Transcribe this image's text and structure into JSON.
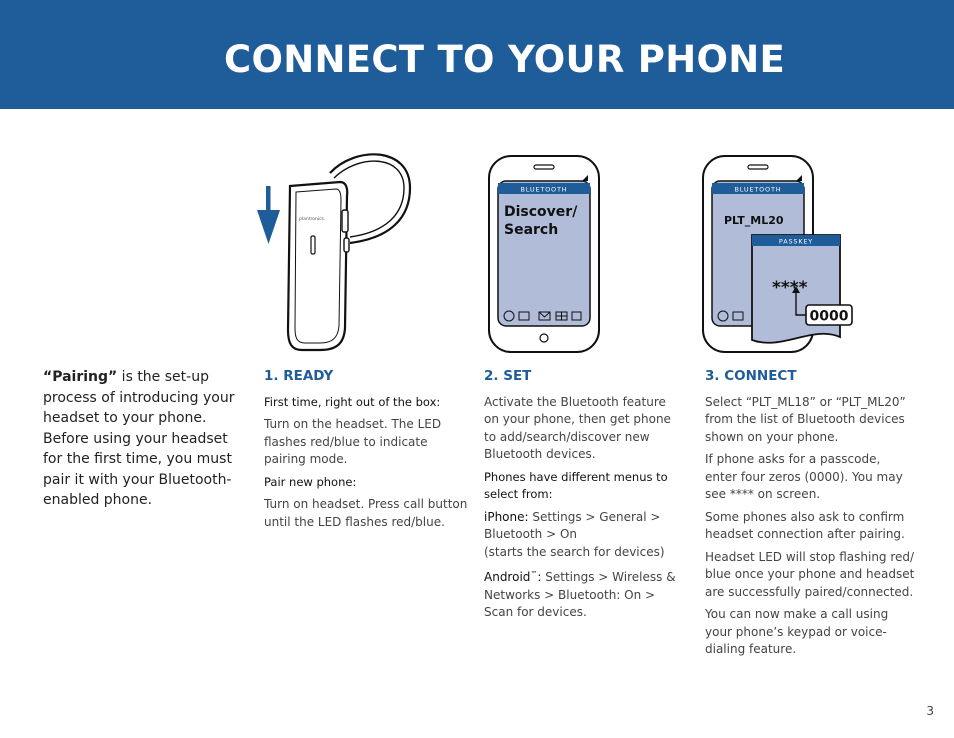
{
  "header": {
    "title": "CONNECT TO YOUR PHONE"
  },
  "intro": {
    "bold": "“Pairing”",
    "text": " is the set-up process of introducing your headset to your phone. Before using your headset for the first time, you must pair it with your Bluetooth-enabled phone."
  },
  "illustrations": {
    "headset_brand": "plantronics.",
    "phone1": {
      "bar": "BLUETOOTH",
      "screen": [
        "Discover/",
        "Search"
      ]
    },
    "phone2": {
      "bar": "BLUETOOTH",
      "device": "PLT_ML20",
      "passkey_bar": "PASSKEY",
      "masked": "****",
      "code": "0000"
    }
  },
  "ready": {
    "heading": "1. READY",
    "sub1": "First time, right out of the box:",
    "p1": "Turn on the headset. The LED flashes red/blue to indicate pairing mode.",
    "sub2": "Pair new phone:",
    "p2": "Turn on headset. Press call button until the LED flashes red/blue."
  },
  "set": {
    "heading": "2. SET",
    "p1": "Activate the Bluetooth feature on your phone, then get phone to add/search/discover new Bluetooth devices.",
    "sub1": "Phones have different menus to select from:",
    "iphone_label": "iPhone:",
    "iphone_text": " Settings > General > Bluetooth > On",
    "iphone_note": "(starts the search for devices)",
    "android_label": "Android",
    "android_tm": "™",
    "android_colon": ":",
    "android_text": " Settings > Wireless & Networks > Bluetooth: On > Scan for devices."
  },
  "connect": {
    "heading": "3. CONNECT",
    "p1": "Select “PLT_ML18” or “PLT_ML20” from the list of Bluetooth devices shown on your phone.",
    "p2": "If phone asks for a passcode, enter four zeros (0000). You may see **** on screen.",
    "p3": "Some phones also ask to confirm headset connection after pairing.",
    "p4": "Headset LED will stop flashing red/ blue once your phone and headset are successfully paired/connected.",
    "p5": "You can now make a call using your phone’s keypad or voice-dialing feature."
  },
  "footer": {
    "page": "3"
  },
  "colors": {
    "brand_blue": "#1f5c9a",
    "screen": "#b0bcd8",
    "bar": "#1f5c9a"
  }
}
